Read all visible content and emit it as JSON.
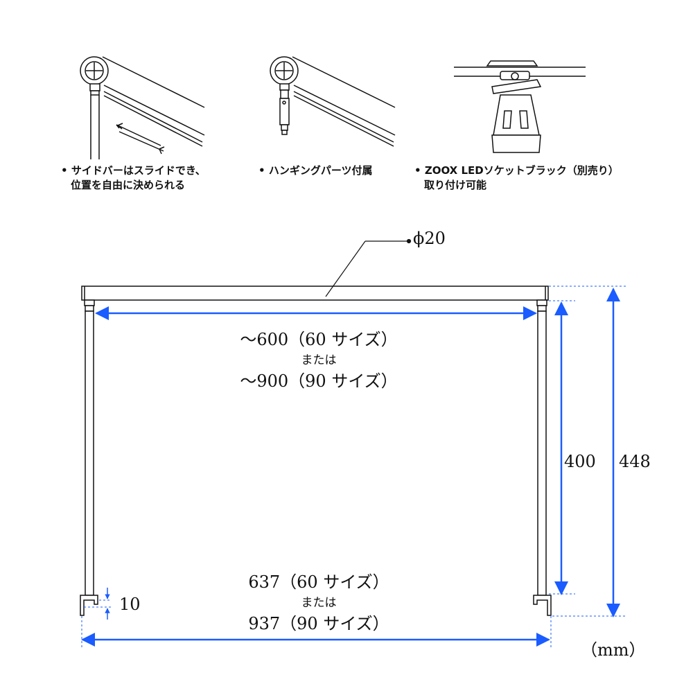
{
  "features": [
    {
      "bullet": "•",
      "line1": "サイドバーはスライドでき、",
      "line2": "位置を自由に決められる"
    },
    {
      "bullet": "•",
      "line1": "ハンギングパーツ付属",
      "line2": ""
    },
    {
      "bullet": "•",
      "line1": "ZOOX LEDソケットブラック（別売り）",
      "line2": "取り付け可能"
    }
  ],
  "dimensions": {
    "diameter": "ϕ20",
    "inner_width_60": "〜600（60 サイズ）",
    "or_1": "または",
    "inner_width_90": "〜900（90 サイズ）",
    "leg_height": "400",
    "total_height": "448",
    "outer_width_60": "637（60 サイズ）",
    "or_2": "または",
    "outer_width_90": "937（90 サイズ）",
    "hook_depth": "10",
    "unit": "（mm）"
  },
  "colors": {
    "dimension_arrow": "#1a5cff",
    "line": "#111111"
  }
}
